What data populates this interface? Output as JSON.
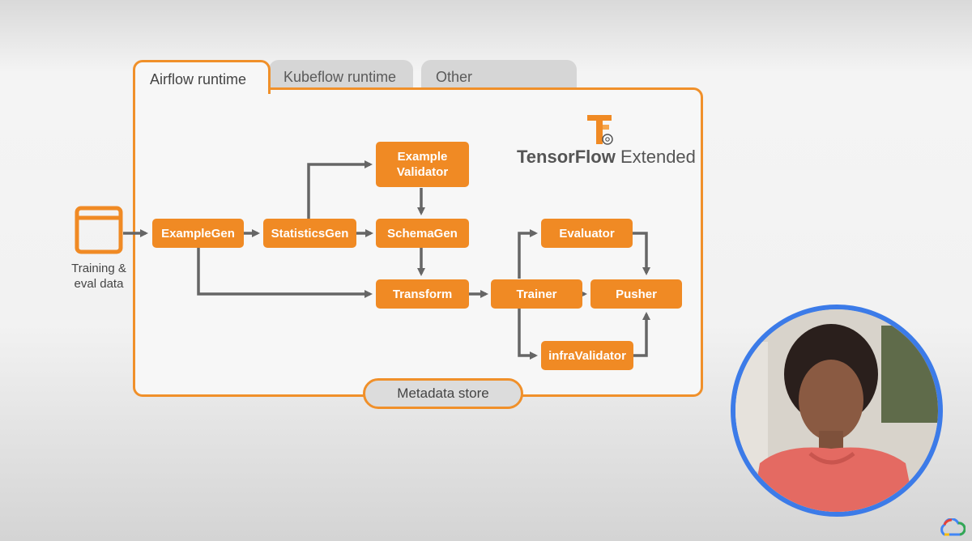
{
  "tabs": [
    {
      "label": "Airflow runtime",
      "active": true
    },
    {
      "label": "Kubeflow runtime",
      "active": false
    },
    {
      "label": "Other",
      "active": false
    }
  ],
  "data_source": {
    "label": "Training &\neval data"
  },
  "branding": {
    "title_bold": "TensorFlow",
    "title_regular": " Extended",
    "logo_icon": "tfx-logo-icon"
  },
  "nodes": {
    "example_gen": "ExampleGen",
    "statistics_gen": "StatisticsGen",
    "example_validator": "Example\nValidator",
    "schema_gen": "SchemaGen",
    "transform": "Transform",
    "trainer": "Trainer",
    "evaluator": "Evaluator",
    "infra_validator": "infraValidator",
    "pusher": "Pusher"
  },
  "metadata_store": {
    "label": "Metadata store"
  },
  "colors": {
    "accent": "#f08a24",
    "arrow": "#666666",
    "video_ring": "#3c7be8"
  },
  "video": {
    "presenter_icon": "presenter-video-icon"
  },
  "corner_logo": "google-cloud-icon"
}
